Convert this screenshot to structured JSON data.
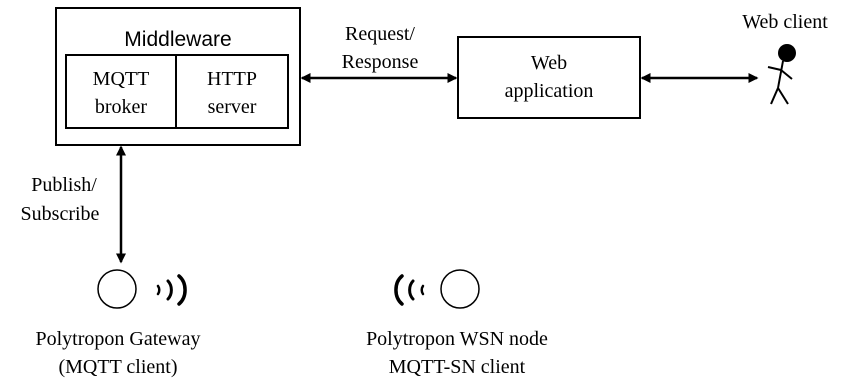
{
  "middleware": {
    "title": "Middleware",
    "mqtt_broker": [
      "MQTT",
      "broker"
    ],
    "http_server": [
      "HTTP",
      "server"
    ]
  },
  "web_application": [
    "Web",
    "application"
  ],
  "web_client": "Web client",
  "edges": {
    "request_response": [
      "Request/",
      "Response"
    ],
    "publish_subscribe": [
      "Publish/",
      "Subscribe"
    ]
  },
  "gateway": [
    "Polytropon Gateway",
    "(MQTT client)"
  ],
  "wsn_node": [
    "Polytropon WSN node",
    "MQTT-SN client"
  ],
  "icons": {
    "gateway": "radio-waves-right-icon",
    "wsn_node": "radio-waves-left-icon",
    "web_client": "stick-figure-icon"
  },
  "colors": {
    "stroke": "#000000",
    "background": "#ffffff"
  }
}
